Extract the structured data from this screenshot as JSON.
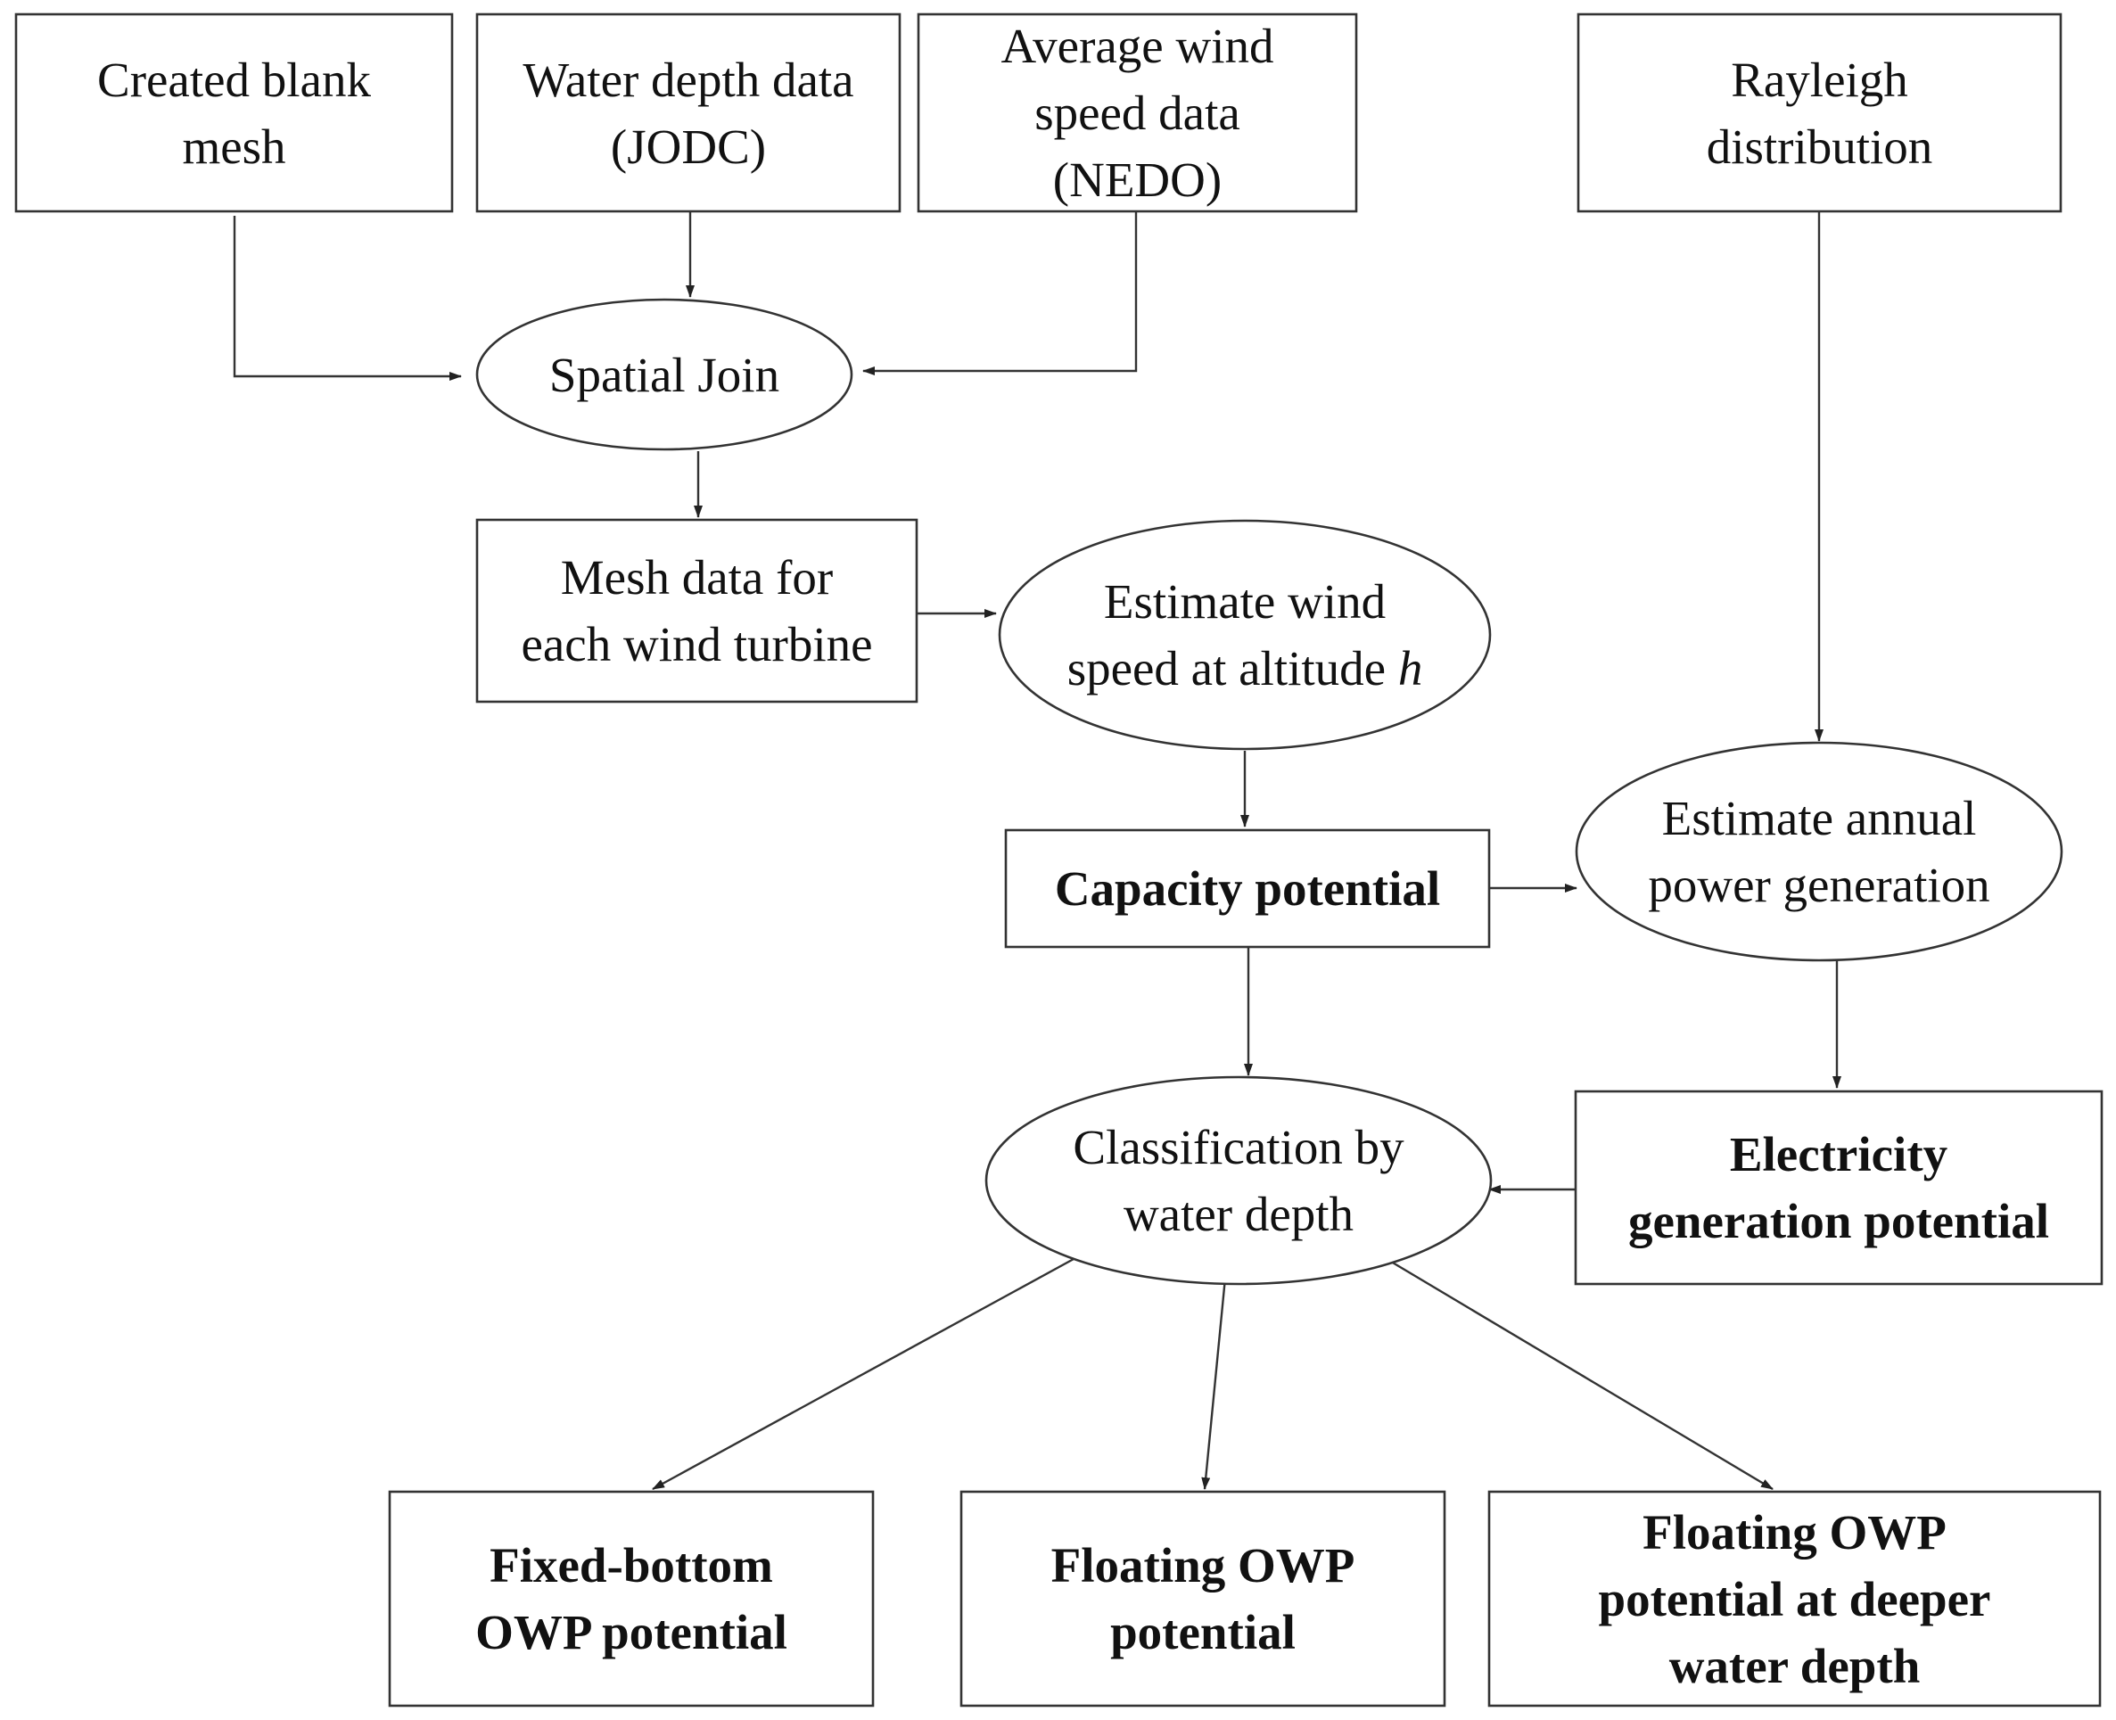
{
  "nodes": {
    "blank_mesh": {
      "text": "Created blank\nmesh",
      "bold": false
    },
    "water_depth": {
      "text": "Water depth data\n(JODC)",
      "bold": false
    },
    "wind_speed": {
      "text": "Average wind\nspeed data\n(NEDO)",
      "bold": false
    },
    "rayleigh": {
      "text": "Rayleigh\ndistribution",
      "bold": false
    },
    "spatial_join": {
      "text": "Spatial Join",
      "bold": false
    },
    "mesh_data": {
      "text": "Mesh data for\neach wind turbine",
      "bold": false
    },
    "estimate_wind": {
      "text": "Estimate wind\nspeed at altitude ",
      "italic_suffix": "h",
      "bold": false
    },
    "capacity": {
      "text": "Capacity potential",
      "bold": true
    },
    "annual_power": {
      "text": "Estimate annual\npower generation",
      "bold": false
    },
    "classification": {
      "text": "Classification by\nwater depth",
      "bold": false
    },
    "electricity": {
      "text": "Electricity\ngeneration potential",
      "bold": true
    },
    "fixed_bottom": {
      "text": "Fixed-bottom\nOWP potential",
      "bold": true
    },
    "floating": {
      "text": "Floating OWP\npotential",
      "bold": true
    },
    "floating_deep": {
      "text": "Floating OWP\npotential at deeper\nwater depth",
      "bold": true
    }
  },
  "edges": [
    {
      "from": "blank_mesh",
      "to": "spatial_join"
    },
    {
      "from": "water_depth",
      "to": "spatial_join"
    },
    {
      "from": "wind_speed",
      "to": "spatial_join"
    },
    {
      "from": "spatial_join",
      "to": "mesh_data"
    },
    {
      "from": "mesh_data",
      "to": "estimate_wind"
    },
    {
      "from": "estimate_wind",
      "to": "capacity"
    },
    {
      "from": "rayleigh",
      "to": "annual_power"
    },
    {
      "from": "capacity",
      "to": "annual_power"
    },
    {
      "from": "capacity",
      "to": "classification"
    },
    {
      "from": "annual_power",
      "to": "electricity"
    },
    {
      "from": "electricity",
      "to": "classification"
    },
    {
      "from": "classification",
      "to": "fixed_bottom"
    },
    {
      "from": "classification",
      "to": "floating"
    },
    {
      "from": "classification",
      "to": "floating_deep"
    }
  ]
}
